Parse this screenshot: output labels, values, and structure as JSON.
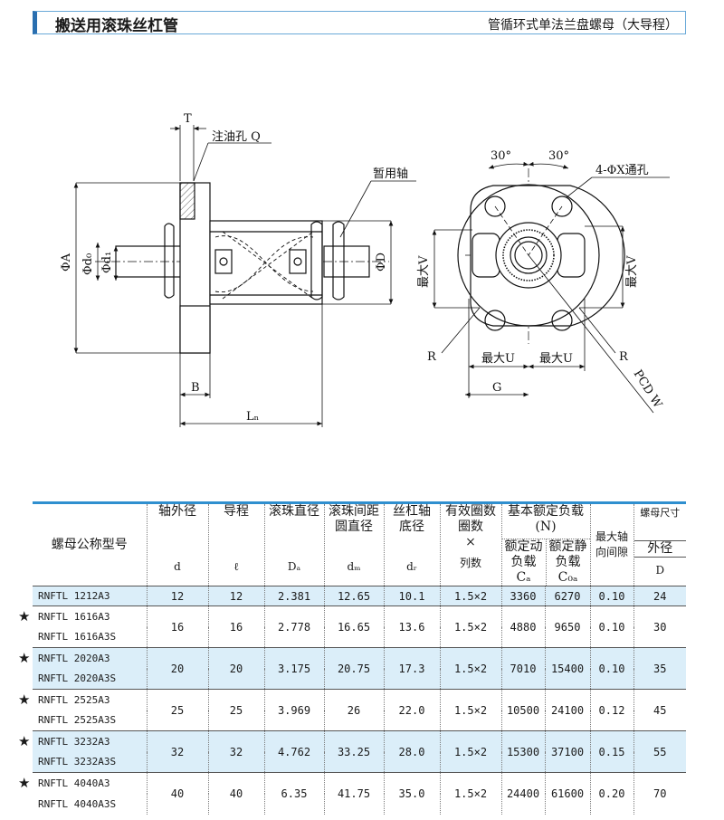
{
  "header": {
    "title": "搬送用滚珠丝杠管",
    "subtitle": "管循环式单法兰盘螺母（大导程）"
  },
  "drawing": {
    "labels": {
      "T": "T",
      "oil_hole": "注油孔 Q",
      "temp_shaft": "暂用轴",
      "phi_a": "ΦA",
      "phi_d0": "Φd₀",
      "phi_d1": "Φd₁",
      "phi_d": "ΦD",
      "B": "B",
      "Ln": "Lₙ",
      "angle_left": "30°",
      "angle_right": "30°",
      "holes": "4-ΦX通孔",
      "max_v_left": "最大V",
      "max_v_right": "最大V",
      "R_left": "R",
      "R_right": "R",
      "max_u_left": "最大U",
      "max_u_right": "最大U",
      "G": "G",
      "pcd": "PCD W"
    }
  },
  "table": {
    "headers": {
      "model": "螺母公称型号",
      "shaft_od": "轴外径",
      "shaft_od_sym": "d",
      "lead": "导程",
      "lead_sym": "ℓ",
      "ball_dia": "滚珠直径",
      "ball_dia_sym": "Dₐ",
      "pitch_a": "滚珠间距",
      "pitch_b": "圆直径",
      "pitch_sym": "dₘ",
      "root_a": "丝杠轴",
      "root_b": "底径",
      "root_sym": "dᵣ",
      "turns": "有效圈数",
      "turns_sub": "圈数",
      "turns_x": "×",
      "turns_sym": "列数",
      "load": "基本额定负载",
      "load_unit": "(N)",
      "dyn_a": "额定动",
      "dyn_b": "负载 Cₐ",
      "stat_a": "额定静",
      "stat_b": "负载 C₀ₐ",
      "backlash_a": "最大轴",
      "backlash_b": "向间隙",
      "nut": "螺母尺寸",
      "nut_od": "外径",
      "nut_sym": "D"
    },
    "rows": [
      {
        "star": "",
        "models": [
          "RNFTL 1212A3"
        ],
        "d": "12",
        "l": "12",
        "da": "2.381",
        "dm": "12.65",
        "dr": "10.1",
        "turns": "1.5×2",
        "ca": "3360",
        "c0a": "6270",
        "bl": "0.10",
        "D": "24"
      },
      {
        "star": "★",
        "models": [
          "RNFTL 1616A3",
          "RNFTL 1616A3S"
        ],
        "d": "16",
        "l": "16",
        "da": "2.778",
        "dm": "16.65",
        "dr": "13.6",
        "turns": "1.5×2",
        "ca": "4880",
        "c0a": "9650",
        "bl": "0.10",
        "D": "30"
      },
      {
        "star": "★",
        "models": [
          "RNFTL 2020A3",
          "RNFTL 2020A3S"
        ],
        "d": "20",
        "l": "20",
        "da": "3.175",
        "dm": "20.75",
        "dr": "17.3",
        "turns": "1.5×2",
        "ca": "7010",
        "c0a": "15400",
        "bl": "0.10",
        "D": "35"
      },
      {
        "star": "★",
        "models": [
          "RNFTL 2525A3",
          "RNFTL 2525A3S"
        ],
        "d": "25",
        "l": "25",
        "da": "3.969",
        "dm": "26",
        "dr": "22.0",
        "turns": "1.5×2",
        "ca": "10500",
        "c0a": "24100",
        "bl": "0.12",
        "D": "45"
      },
      {
        "star": "★",
        "models": [
          "RNFTL 3232A3",
          "RNFTL 3232A3S"
        ],
        "d": "32",
        "l": "32",
        "da": "4.762",
        "dm": "33.25",
        "dr": "28.0",
        "turns": "1.5×2",
        "ca": "15300",
        "c0a": "37100",
        "bl": "0.15",
        "D": "55"
      },
      {
        "star": "★",
        "models": [
          "RNFTL 4040A3",
          "RNFTL 4040A3S"
        ],
        "d": "40",
        "l": "40",
        "da": "6.35",
        "dm": "41.75",
        "dr": "35.0",
        "turns": "1.5×2",
        "ca": "24400",
        "c0a": "61600",
        "bl": "0.20",
        "D": "70"
      }
    ]
  }
}
